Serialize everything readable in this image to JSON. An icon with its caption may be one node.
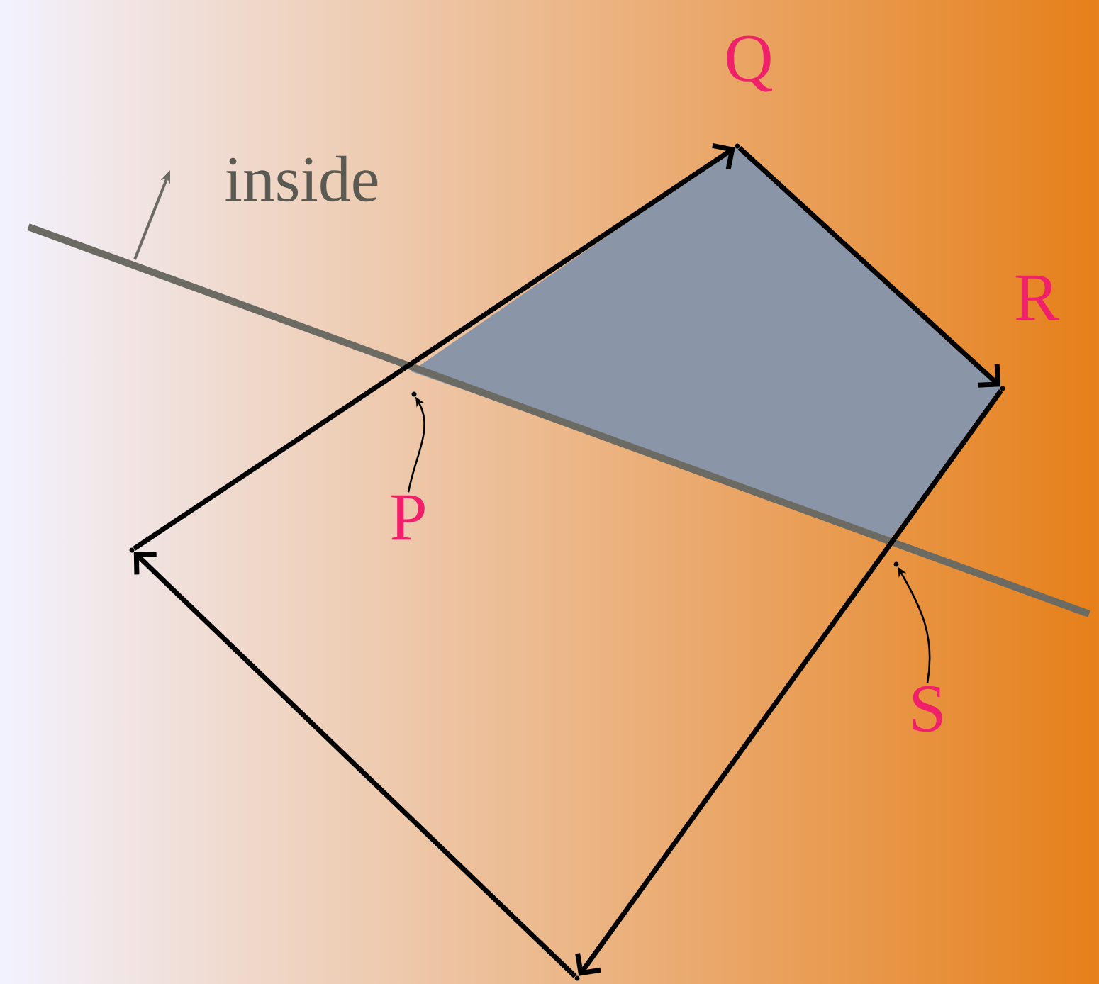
{
  "diagram": {
    "nodes": [
      {
        "text": [],
        "shape": "point"
      },
      {
        "text": [],
        "shape": "point",
        "beside": [
          "Q"
        ]
      },
      {
        "text": [],
        "shape": "point",
        "beside": [
          "R"
        ]
      },
      {
        "text": [],
        "shape": "point"
      },
      {
        "text": [
          "P"
        ]
      },
      {
        "text": [],
        "shape": "point"
      },
      {
        "text": [
          "S"
        ]
      },
      {
        "text": [],
        "shape": "point"
      }
    ],
    "edges": [
      {
        "from": 0,
        "to": 1,
        "arrow": "to"
      },
      {
        "from": 1,
        "to": 2,
        "arrow": "to"
      },
      {
        "from": 2,
        "to": 3,
        "arrow": "to"
      },
      {
        "from": 3,
        "to": 0,
        "arrow": "to"
      },
      {
        "from": 4,
        "to": 5,
        "arrow": "to"
      },
      {
        "from": 6,
        "to": 7,
        "arrow": "to"
      }
    ],
    "labels": [
      "inside"
    ]
  }
}
